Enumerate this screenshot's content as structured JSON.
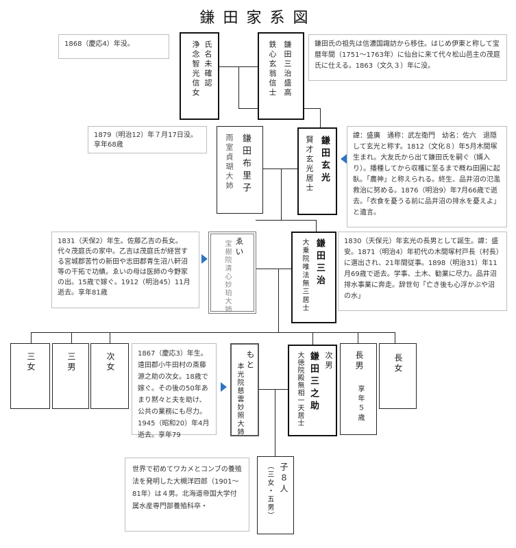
{
  "title": "鎌田家系図",
  "notes": {
    "n1868": "1868（慶応4）年没。",
    "origin": "鎌田氏の祖先は信濃国諏訪から移住。はじめ伊東と称して宝暦年間（1751〜1763年）に仙台に来て代々松山邑主の茂庭氏に仕える。1863（文久３）年に没。",
    "n1879": "1879（明治12）年７月17日没。享年68歳",
    "genko": "諱：盛廣　通称：武左衛門　幼名：佐六　退隠して玄光と称す。1812（文化８）年5月木間塚生まれ。大友氏から出て鎌田氏を嗣ぐ（婿入り）。播種してから収穫に至るまで概ね田圃に起臥。「農神」と称えられる。終生、品井沼の氾濫救治に努める。1876（明治9）年7月66歳で逝去。「衣食を憂うる前に品井沼の排水を憂えよ」と遺言。",
    "ei": "1831（天保2）年生。佐藤乙吉の長女。代々茂庭氏の家中。乙吉は茂庭氏が経営する宮城郡苦竹の新田や志田郡青生沼八軒沼等の干拓で功績。ゑいの母は医師の今野家の出。15歳で嫁ぐ。1912（明治45）11月逝去。享年81歳",
    "sanji": "1830（天保元）年玄光の長男として誕生。諱：盛安。1871（明治4）年初代の木間塚村戸長（村長）に選出され、21年間従事。1898（明治31）年11月69歳で逝去。学事、土木、勧業に尽力。品井沼排水事業に奔走。辞世句「亡き後も心浮かぶや沼の水」",
    "moto": "1867（慶応3）年生。遠田郡小牛田村の斎藤源之助の次女。18歳で嫁ぐ。その後の50年あまり黙々と夫を助け、公共の業務にも尽力。1945（昭和20）年4月逝去。享年79",
    "omura": "世界で初めてワカメとコンブの養殖法を発明した大槻洋四郎（1901〜81年）は４男。北海道帝国大学付属水産専門部養殖科卒・"
  },
  "persons": {
    "unknown_wife": {
      "left": "浄念智光信女",
      "right": "氏名未確認"
    },
    "moritaka": {
      "left": "鉄心玄翁信士",
      "right": "鎌田三治盛高"
    },
    "furiko": {
      "name": "鎌田布里子",
      "posthumous": "雨室貞瑚大姉"
    },
    "genko": {
      "name": "鎌田玄光",
      "posthumous": "賢才玄光居士"
    },
    "ei": {
      "name": "ゑい",
      "posthumous": "宝樹院清心妙珀大姉"
    },
    "sanji": {
      "name": "鎌田三治",
      "posthumous": "大乗院唯法無三居士"
    },
    "moto": {
      "name": "もと",
      "posthumous": "本光院慈雲妙照大姉"
    },
    "sannosuke": {
      "name": "鎌田三之助",
      "relation": "次男",
      "posthumous": "大徳院殿無相一天居士"
    },
    "children": [
      "三女",
      "三男",
      "次女",
      "長男",
      "長女"
    ],
    "eldest_son_age": "享年５歳",
    "descendants": {
      "count": "子８人",
      "detail": "（三女・五男）"
    }
  }
}
